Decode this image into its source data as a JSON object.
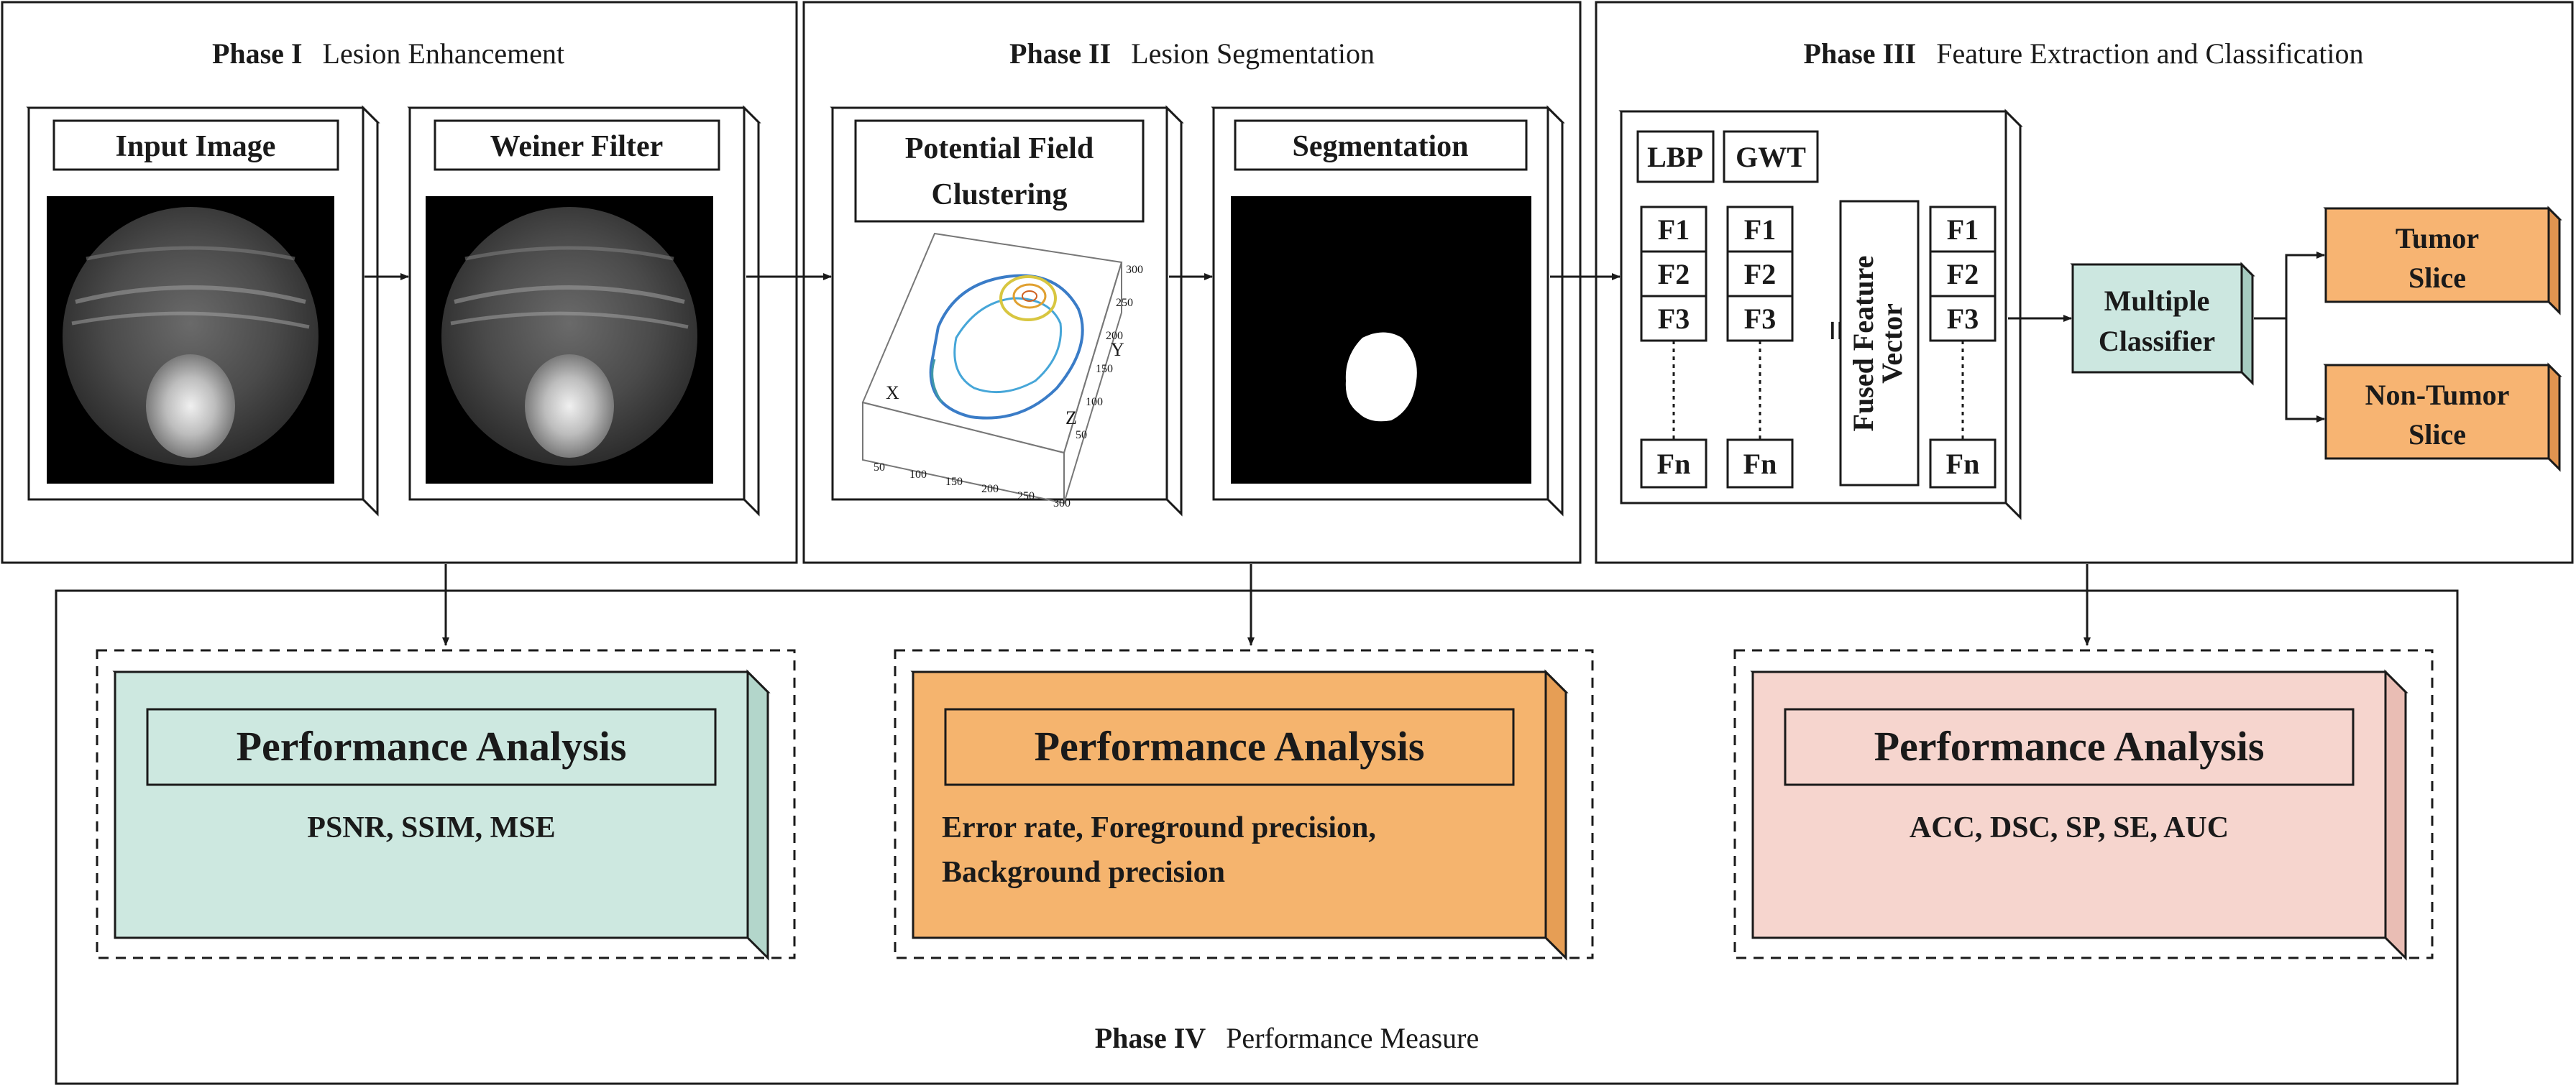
{
  "phase1": {
    "num": "Phase I",
    "title": "Lesion Enhancement"
  },
  "phase2": {
    "num": "Phase II",
    "title": "Lesion Segmentation"
  },
  "phase3": {
    "num": "Phase III",
    "title": "Feature Extraction and Classification"
  },
  "phase4": {
    "num": "Phase IV",
    "title": "Performance Measure"
  },
  "cards": {
    "input_image": "Input Image",
    "weiner_filter": "Weiner Filter",
    "pfc_line1": "Potential Field",
    "pfc_line2": "Clustering",
    "segmentation": "Segmentation"
  },
  "plot": {
    "axis_x": "X",
    "axis_y": "Y",
    "axis_z": "Z",
    "ticks_bottom": [
      "50",
      "100",
      "150",
      "200",
      "250",
      "300"
    ],
    "ticks_right": [
      "300",
      "250",
      "200",
      "150",
      "100",
      "50"
    ]
  },
  "features": {
    "lbp": "LBP",
    "gwt": "GWT",
    "items": [
      "F1",
      "F2",
      "F3"
    ],
    "last": "Fn",
    "fused_line1": "Fused Feature",
    "fused_line2": "Vector",
    "equals": "="
  },
  "classifier": {
    "line1": "Multiple",
    "line2": "Classifier"
  },
  "outputs": {
    "tumor_line1": "Tumor",
    "tumor_line2": "Slice",
    "nontumor_line1": "Non-Tumor",
    "nontumor_line2": "Slice"
  },
  "analysis": [
    {
      "title": "Performance Analysis",
      "line1": "PSNR, SSIM, MSE",
      "line2": "",
      "color": "#cde8e0",
      "side": "#b3d6cb"
    },
    {
      "title": "Performance Analysis",
      "line1": "Error rate, Foreground precision,",
      "line2": "Background precision",
      "color": "#f5b46e",
      "side": "#e69e55"
    },
    {
      "title": "Performance Analysis",
      "line1": "ACC, DSC, SP, SE, AUC",
      "line2": "",
      "color": "#f6d5ce",
      "side": "#e9bdb4"
    }
  ],
  "colors": {
    "output_box": "#f7b472",
    "classifier_box": "#cce7e0",
    "stroke": "#1a1a1a"
  }
}
